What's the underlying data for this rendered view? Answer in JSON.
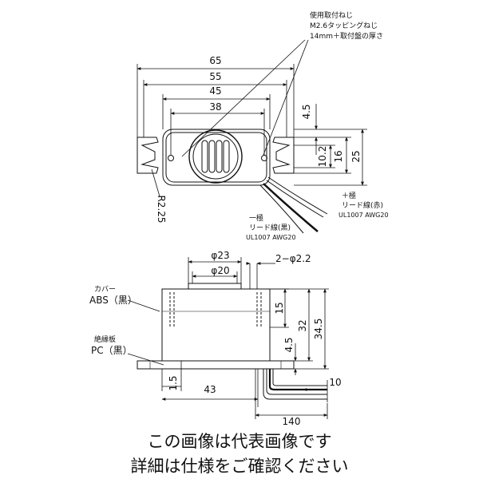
{
  "top_view": {
    "dims_horizontal": [
      "65",
      "55",
      "45",
      "38"
    ],
    "dims_vertical": [
      "4.5",
      "10.2",
      "16",
      "25"
    ],
    "radius": "R2.25",
    "screw_note": [
      "使用取付ねじ",
      "M2.6タッピングねじ",
      "14mm＋取付盤の厚さ"
    ],
    "lead_pos": [
      "＋極",
      "リード線(赤)",
      "UL1007 AWG20"
    ],
    "lead_neg": [
      "一極",
      "リード線(黒)",
      "UL1007 AWG20"
    ]
  },
  "side_view": {
    "dia_outer": "φ23",
    "dia_inner": "φ20",
    "holes": "2−φ2.2",
    "dims_vertical": [
      "15",
      "32",
      "34.5",
      "4.5"
    ],
    "dims_bottom": [
      "1.5",
      "43",
      "10",
      "140"
    ],
    "cover_label": [
      "カバー",
      "ABS（黒）"
    ],
    "plate_label": [
      "絶縁板",
      "PC（黒）"
    ]
  },
  "caption": [
    "この画像は代表画像です",
    "詳細は仕様をご確認ください"
  ]
}
